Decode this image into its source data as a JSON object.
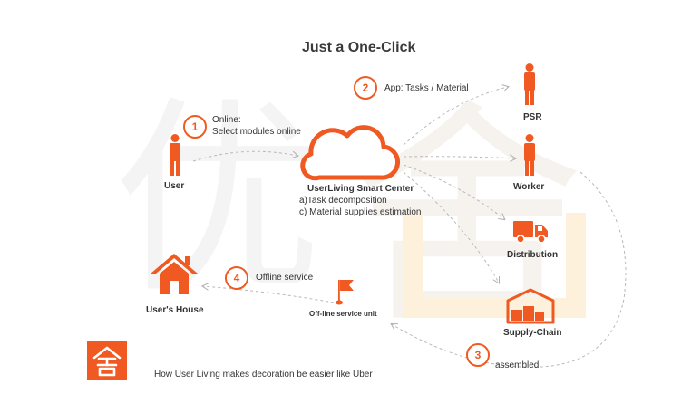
{
  "title": "Just a One-Click",
  "nodes": {
    "user": "User",
    "center": "UserLiving Smart Center",
    "psr": "PSR",
    "worker": "Worker",
    "distribution": "Distribution",
    "supply_chain": "Supply-Chain",
    "service_unit": "Off-line service unit",
    "house": "User's House"
  },
  "center_tasks": [
    "a)Task decomposition",
    "c) Material supplies estimation"
  ],
  "steps": [
    {
      "num": "1",
      "lines": [
        "Online:",
        "Select modules online"
      ]
    },
    {
      "num": "2",
      "lines": [
        "App: Tasks / Material"
      ]
    },
    {
      "num": "3",
      "lines": [
        "assembled"
      ]
    },
    {
      "num": "4",
      "lines": [
        "Offline service"
      ]
    }
  ],
  "caption": "How User Living makes decoration be easier like Uber",
  "watermark": "优舍",
  "colors": {
    "accent": "#f05a22",
    "arrow": "#b8b8b8",
    "watermark": "#f4f4f4",
    "watermark_warm": "#fdf3e3"
  },
  "icons": [
    "person-icon",
    "cloud-icon",
    "truck-icon",
    "warehouse-icon",
    "flag-icon",
    "house-icon",
    "logo-icon"
  ]
}
